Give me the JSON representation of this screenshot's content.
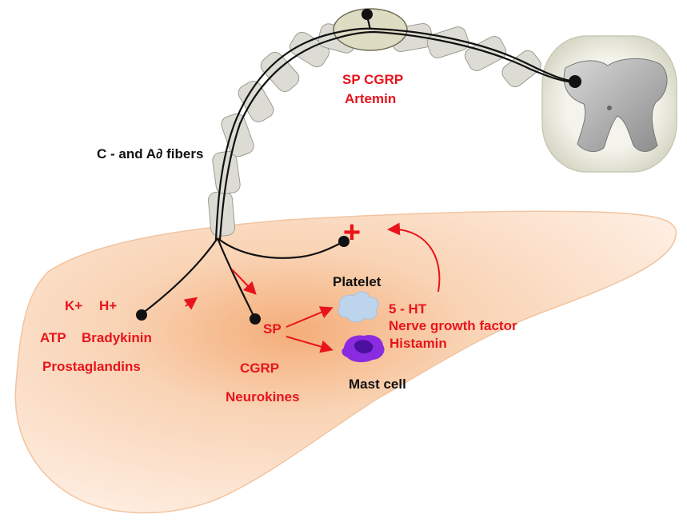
{
  "colors": {
    "label_red": "#e8141c",
    "label_black": "#111111",
    "tissue_fill": "#fbe3cf",
    "tissue_core": "#f6b98a",
    "fiber_sheath": "#dcdcd5",
    "ganglion": "#dfdcc4",
    "spinal_outer": "#eeeee2",
    "spinal_grey": "#9a9a9a",
    "platelet": "#bcd4ec",
    "mast_cell": "#8a2be2",
    "mast_nucleus": "#4b0f9e",
    "arrow": "#e8141c"
  },
  "labels": {
    "ganglion_mediators_1": "SP CGRP",
    "ganglion_mediators_2": "Artemin",
    "fibers": "C - and A∂ fibers",
    "k_plus": "K+",
    "h_plus": "H+",
    "atp": "ATP",
    "bradykinin": "Bradykinin",
    "prostaglandins": "Prostaglandins",
    "sp": "SP",
    "cgrp": "CGRP",
    "neurokines": "Neurokines",
    "platelet": "Platelet",
    "serotonin": "5 - HT",
    "ngf": "Nerve growth factor",
    "histamin": "Histamin",
    "mast_cell": "Mast cell"
  },
  "icons": {
    "plus": "+"
  }
}
